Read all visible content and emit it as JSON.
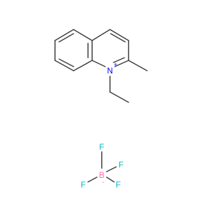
{
  "cation": {
    "nitrogen": {
      "symbol": "N",
      "charge": "+",
      "color": "#0000ff"
    }
  },
  "anion": {
    "boron": {
      "symbol": "B",
      "charge": "-",
      "color": "#ff69b4"
    },
    "fluorine_top": {
      "symbol": "F",
      "color": "#00b7c3"
    },
    "fluorine_right": {
      "symbol": "F",
      "color": "#00b7c3"
    },
    "fluorine_left": {
      "symbol": "F",
      "color": "#00b7c3"
    },
    "fluorine_bottom": {
      "symbol": "F",
      "color": "#00b7c3"
    }
  },
  "bond_color": "#3c3c3c"
}
